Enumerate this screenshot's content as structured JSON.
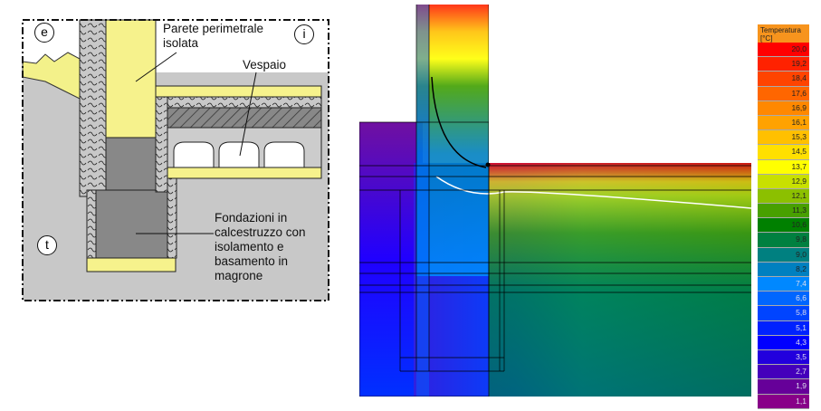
{
  "sketch": {
    "labels": {
      "exterior": "e",
      "interior": "i",
      "ground": "t",
      "wall": "Parete perimetrale\nisolata",
      "wall_l1": "Parete perimetrale",
      "wall_l2": "isolata",
      "crawlspace": "Vespaio",
      "foundation_l1": "Fondazioni in",
      "foundation_l2": "calcestruzzo con",
      "foundation_l3": "isolamento e",
      "foundation_l4": "basamento in",
      "foundation_l5": "magrone"
    }
  },
  "legend": {
    "title_l1": "Temperatura",
    "title_l2": "[°C]",
    "items": [
      {
        "v": "20,0",
        "c": "#ff0000"
      },
      {
        "v": "19,2",
        "c": "#ff2200"
      },
      {
        "v": "18,4",
        "c": "#ff4400"
      },
      {
        "v": "17,6",
        "c": "#ff6600"
      },
      {
        "v": "16,9",
        "c": "#ff8800"
      },
      {
        "v": "16,1",
        "c": "#ffa200"
      },
      {
        "v": "15,3",
        "c": "#ffc000"
      },
      {
        "v": "14,5",
        "c": "#ffe000"
      },
      {
        "v": "13,7",
        "c": "#ffff00"
      },
      {
        "v": "12,9",
        "c": "#c8e000"
      },
      {
        "v": "12,1",
        "c": "#8cc000"
      },
      {
        "v": "11,3",
        "c": "#48a000"
      },
      {
        "v": "10,6",
        "c": "#008000"
      },
      {
        "v": "9,8",
        "c": "#008040"
      },
      {
        "v": "9,0",
        "c": "#008080"
      },
      {
        "v": "8,2",
        "c": "#0080c0"
      },
      {
        "v": "7,4",
        "c": "#0088ff"
      },
      {
        "v": "6,6",
        "c": "#0066ff"
      },
      {
        "v": "5,8",
        "c": "#0044ff"
      },
      {
        "v": "5,1",
        "c": "#0022ff"
      },
      {
        "v": "4,3",
        "c": "#0000ff"
      },
      {
        "v": "3,5",
        "c": "#2200dd"
      },
      {
        "v": "2,7",
        "c": "#4400bb"
      },
      {
        "v": "1,9",
        "c": "#660099"
      },
      {
        "v": "1,1",
        "c": "#880088"
      }
    ]
  }
}
